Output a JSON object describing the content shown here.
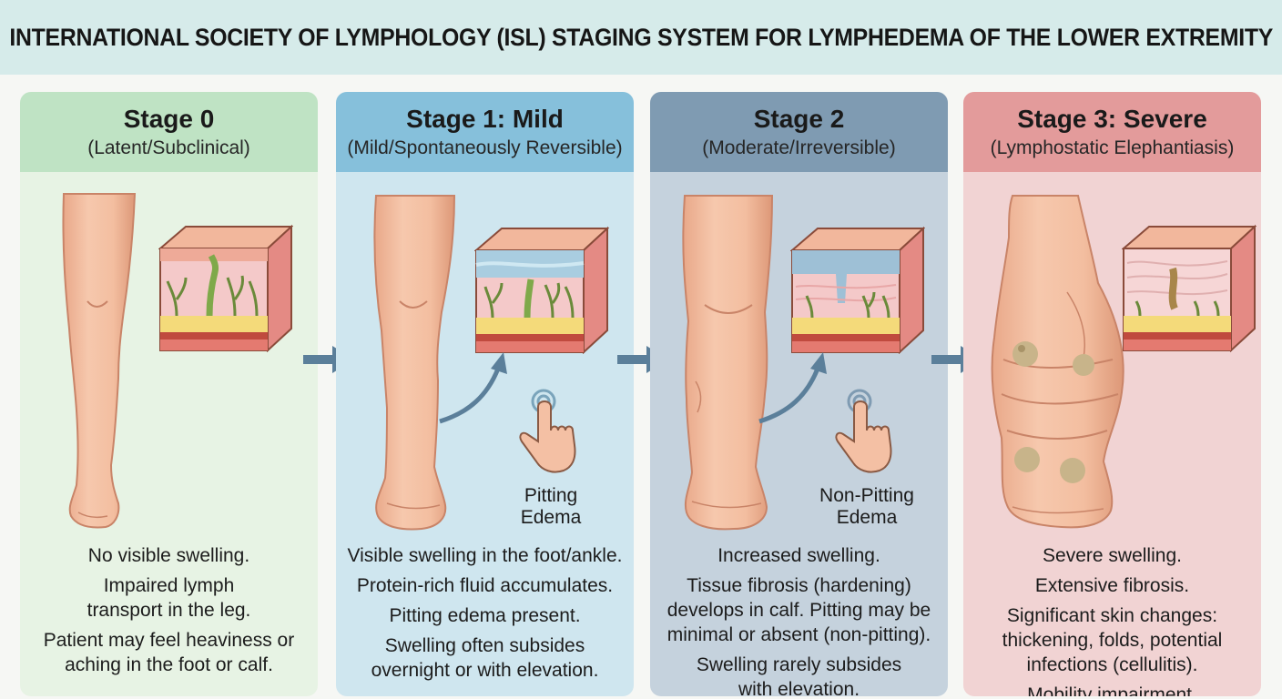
{
  "title": "INTERNATIONAL SOCIETY OF LYMPHOLOGY (ISL) STAGING SYSTEM FOR LYMPHEDEMA OF THE LOWER EXTREMITY",
  "stages": [
    {
      "title": "Stage 0",
      "subtitle": "(Latent/Subclinical)",
      "description": [
        "No visible swelling.",
        "Impaired lymph transport in the leg.",
        "Patient may feel heaviness or aching in the foot or calf."
      ],
      "color": "#bfe3c4"
    },
    {
      "title": "Stage 1: Mild",
      "subtitle": "(Mild/Spontaneously Reversible)",
      "edema_label": "Pitting Edema",
      "description": [
        "Visible swelling in the foot/ankle.",
        "Protein-rich fluid accumulates.",
        "Pitting edema present.",
        "Swelling often subsides overnight or with elevation."
      ],
      "color": "#86c0db"
    },
    {
      "title": "Stage 2",
      "subtitle": "(Moderate/Irreversible)",
      "edema_label": "Non-Pitting Edema",
      "description": [
        "Increased swelling.",
        "Tissue fibrosis (hardening) develops in calf. Pitting may be minimal or absent (non-pitting).",
        "Swelling rarely subsides with elevation."
      ],
      "color": "#7f9bb2"
    },
    {
      "title": "Stage 3: Severe",
      "subtitle": "(Lymphostatic Elephantiasis)",
      "description": [
        "Severe swelling.",
        "Extensive fibrosis.",
        "Significant skin changes: thickening, folds, potential infections (cellulitis).",
        "Mobility impairment."
      ],
      "color": "#e39b9b"
    }
  ],
  "icons": [
    "leg-illustration",
    "skin-cross-section-illustration",
    "curved-arrow-icon",
    "finger-press-icon",
    "right-arrow-icon"
  ]
}
